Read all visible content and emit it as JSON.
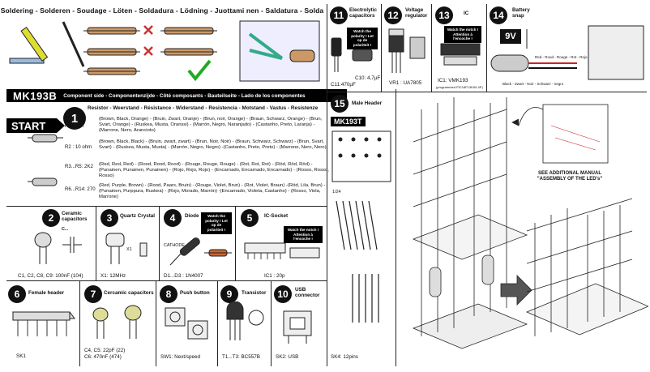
{
  "header": {
    "title": "Soldering - Solderen - Soudage - Löten - Soldadura - Lödning - Juottami nen - Saldatura - Solda"
  },
  "code_bar": {
    "code": "MK193B",
    "text": "Component side - Componentenzijde - Côté composants - Bauteilseite - Lado de los componentes"
  },
  "start": {
    "label": "START"
  },
  "steps": {
    "s1": {
      "num": "1",
      "heading": "Resistor - Weerstand - Résistance - Widerstand - Resistencia - Motstand - Vastus - Resistenze",
      "items": [
        {
          "name": "R1 : 10K",
          "desc": "(Brown, Black, Orange) - (Bruin, Zwart, Oranje) - (Brun, noir, Orange) - (Braun, Schwarz, Orange) - (Brun, Svart, Orange) - (Ruskea, Musta, Oranssi) - (Marrón, Negro, Naranjado) - (Castanho, Preto, Laranja) - (Marrone, Nero, Arancioto)"
        },
        {
          "name": "R2 : 10 ohm",
          "desc": "(Brown, Black, Black) - (Bruin, zwart, zwart) - (Brun, Noir, Noir) - (Braun, Schwarz, Schwarz) - (Brun, Svart, Svart) - (Ruskea, Musta, Musta) - (Marrón, Negro, Negro) -(Castanho, Preto, Preto) - (Marrone, Nero, Nero)"
        },
        {
          "name": "R3...R5: 2K2",
          "desc": "(Red, Red, Red) - (Rood, Rood, Rood) - (Rouge, Rouge, Rouge) - (Rot, Rot, Rot) - (Röd, Röd, Röd) - (Punainen, Punainen, Punainen) - (Rojo, Rojo, Rojo) - (Encarnado, Encarnado, Encarnado) - (Rosso, Rosso, Rosso)"
        },
        {
          "name": "R6...R14: 270",
          "desc": "(Red, Purple, Brown) - (Rood, Paars, Bruin) - (Rouge, Violet, Brun) - (Rot, Violet, Braun) -(Röd, Lila, Brun) - (Punainen, Purppura, Ruskea) - (Rojo, Morado, Marrón) -(Encarnado, Violeta, Castanho) - (Rosso, Viola, Marrone)"
        }
      ]
    },
    "s2": {
      "num": "2",
      "title": "Ceramic capacitors",
      "part": "C1, C2, C8, C9: 100nF  (104)",
      "mark": "C..."
    },
    "s3": {
      "num": "3",
      "title": "Quartz Crystal",
      "part": "X1: 12MHz",
      "mark": "X1"
    },
    "s4": {
      "num": "4",
      "title": "Diode",
      "warn": "Watch the polarity ! Let op de polariteit !",
      "part": "D1...D3 : 1N4007",
      "mark": "CATHODE"
    },
    "s5": {
      "num": "5",
      "title": "IC-Socket",
      "warn": "Watch the notch ! Attention à l'encoche !",
      "part": "IC1 : 20p"
    },
    "s6": {
      "num": "6",
      "title": "Female header",
      "part": "SK1"
    },
    "s7": {
      "num": "7",
      "title": "Cercamic capacitors",
      "part1": "C4, C5: 22pF  (22)",
      "part2": "C6: 470nF      (474)"
    },
    "s8": {
      "num": "8",
      "title": "Push button",
      "part": "SW1: Next/speed"
    },
    "s9": {
      "num": "9",
      "title": "Transistor",
      "part": "T1...T3: BC557B"
    },
    "s10": {
      "num": "10",
      "title": "USB connector",
      "part": "SK2: USB"
    },
    "s11": {
      "num": "11",
      "title": "Electrolytic capacitors",
      "warn": "Watch the polarity ! Let op de polariteit !",
      "part1": "C10: 4,7µF",
      "part2": "C11:470µF"
    },
    "s12": {
      "num": "12",
      "title": "Voltage regulator",
      "part": "VR1 : UA7805"
    },
    "s13": {
      "num": "13",
      "title": "IC",
      "warn": "Watch the notch ! Attention à l'encoche !",
      "part": "IC1: VMK193",
      "sub": "(programmed PIC18F13K50-I/P)"
    },
    "s14": {
      "num": "14",
      "title": "Battery snap",
      "volt": "9V",
      "colors": "Red - Rood - Rouge - Rot - Rojo",
      "colors2": "Black - Zwart - Noir - Schwarz - negro"
    },
    "s15": {
      "num": "15",
      "title": "Male Header",
      "code": "MK193T",
      "part": "SK4: 12pins",
      "pin": "1/24"
    }
  },
  "manual": {
    "line1": "SEE ADDITIONAL MANUAL",
    "line2": "\"ASSEMBLY OF THE LED's\""
  }
}
